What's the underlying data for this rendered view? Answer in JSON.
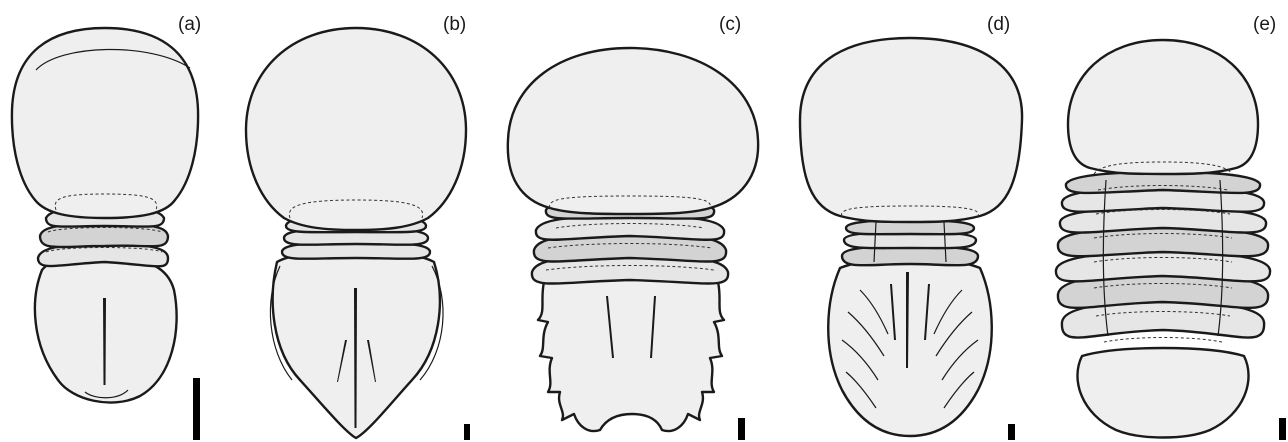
{
  "panels": [
    {
      "id": "a",
      "label": "(a)"
    },
    {
      "id": "b",
      "label": "(b)"
    },
    {
      "id": "c",
      "label": "(c)"
    },
    {
      "id": "d",
      "label": "(d)"
    },
    {
      "id": "e",
      "label": "(e)"
    }
  ],
  "colors": {
    "outline": "#1a1a1a",
    "body_fill": "#efefef",
    "segment_dark": "#d3d3d3",
    "segment_light": "#e6e6e6",
    "scale_bar": "#000000"
  }
}
